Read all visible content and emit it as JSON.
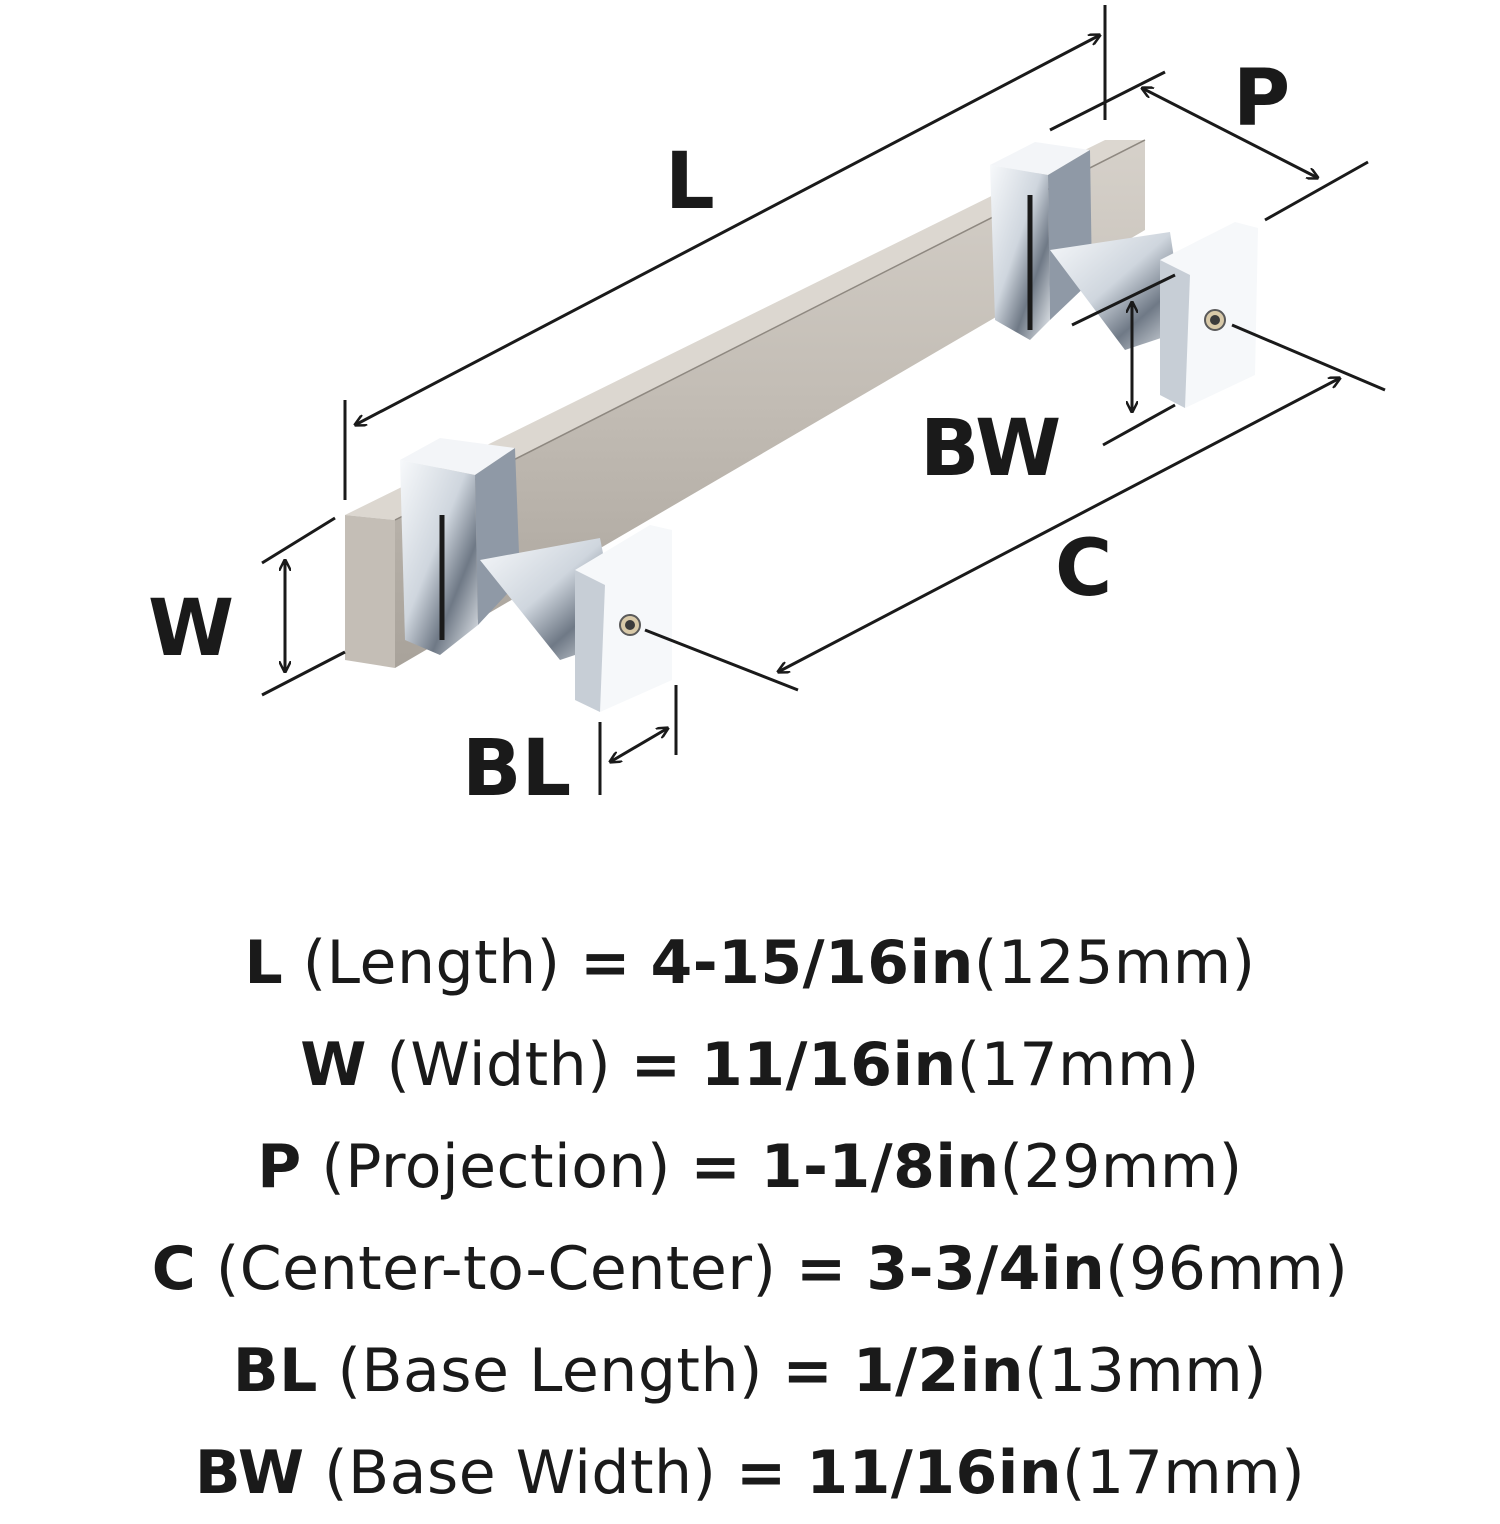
{
  "diagram": {
    "labels": {
      "L": "L",
      "P": "P",
      "BW": "BW",
      "C": "C",
      "W": "W",
      "BL": "BL"
    },
    "colors": {
      "bar": "#c9c4bd",
      "bar_dark": "#9f9a93",
      "chrome": "#e8ecf1",
      "chrome_dark": "#7d8794",
      "line": "#1a1a1a"
    }
  },
  "specs": [
    {
      "symbol": "L",
      "description": "(Length)",
      "equals": "=",
      "imperial": "4-15/16in",
      "metric": "(125mm)"
    },
    {
      "symbol": "W",
      "description": "(Width)",
      "equals": "=",
      "imperial": "11/16in",
      "metric": "(17mm)"
    },
    {
      "symbol": "P",
      "description": "(Projection)",
      "equals": "=",
      "imperial": "1-1/8in",
      "metric": "(29mm)"
    },
    {
      "symbol": "C",
      "description": "(Center-to-Center)",
      "equals": "=",
      "imperial": "3-3/4in",
      "metric": "(96mm)"
    },
    {
      "symbol": "BL",
      "description": "(Base Length)",
      "equals": "=",
      "imperial": "1/2in",
      "metric": "(13mm)"
    },
    {
      "symbol": "BW",
      "description": "(Base Width)",
      "equals": "=",
      "imperial": "11/16in",
      "metric": "(17mm)"
    }
  ]
}
